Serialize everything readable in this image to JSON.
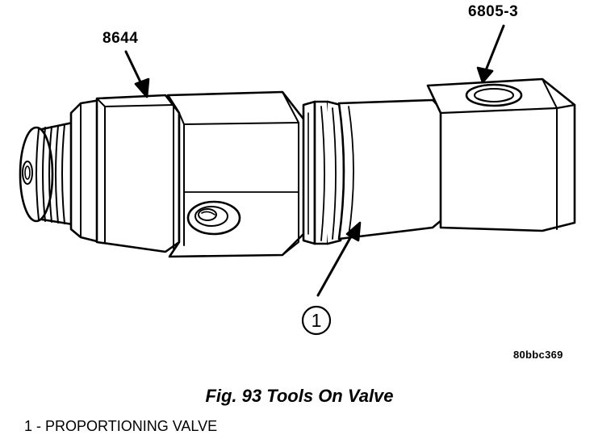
{
  "callouts": {
    "tool_8644": "8644",
    "tool_6805_3": "6805-3",
    "item_1": "1"
  },
  "figure_code": "80bbc369",
  "caption": "Fig. 93 Tools On Valve",
  "legend": [
    {
      "number": "1",
      "separator": "-",
      "text": "PROPORTIONING VALVE"
    }
  ],
  "colors": {
    "ink": "#000000",
    "paper": "#ffffff"
  }
}
